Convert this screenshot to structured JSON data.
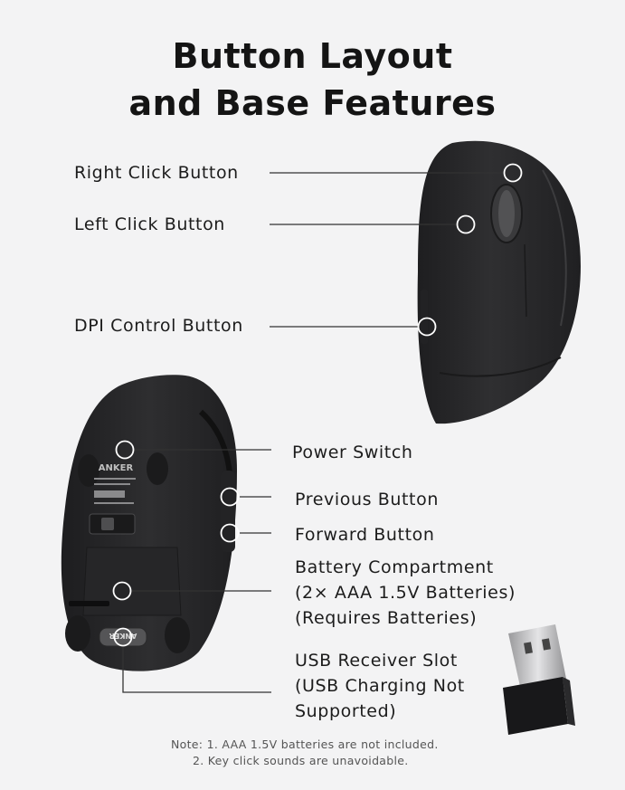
{
  "title": {
    "line1": "Button Layout",
    "line2": "and Base Features"
  },
  "labels": {
    "right_click": "Right Click Button",
    "left_click": "Left Click Button",
    "dpi": "DPI Control Button",
    "power": "Power Switch",
    "previous": "Previous Button",
    "forward": "Forward Button",
    "battery_line1": "Battery Compartment",
    "battery_line2": "(2× AAA 1.5V Batteries)",
    "battery_line3": "(Requires Batteries)",
    "usb_line1": "USB Receiver Slot",
    "usb_line2": "(USB Charging Not",
    "usb_line3": "Supported)"
  },
  "notes": {
    "line1": "Note: 1. AAA 1.5V batteries are not included.",
    "line2": "2. Key click sounds are unavoidable."
  },
  "product_marks": {
    "brand": "ANKER",
    "knob_text": "ANKER"
  },
  "colors": {
    "background": "#f3f3f4",
    "mouse_body": "#2b2b2d",
    "leader_line": "#333333"
  }
}
